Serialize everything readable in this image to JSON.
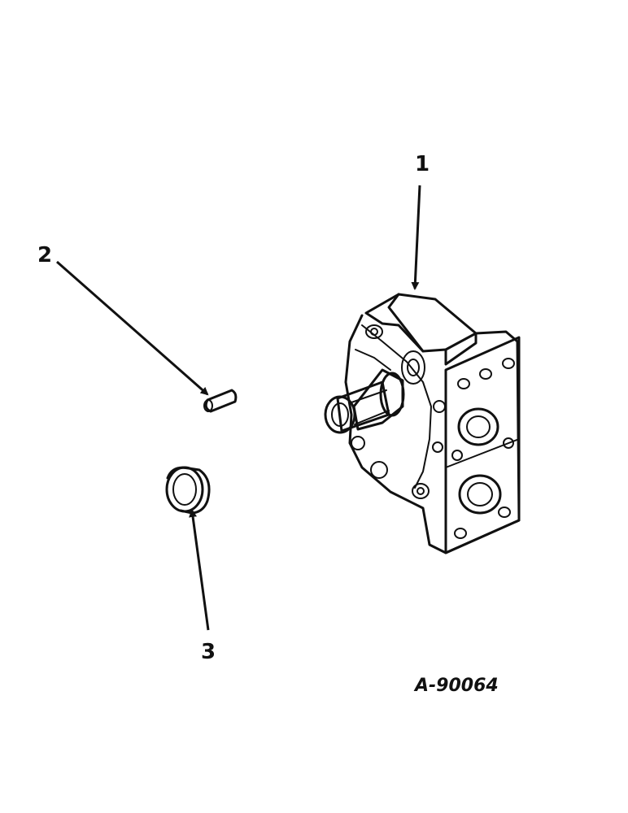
{
  "callouts": [
    {
      "id": "1",
      "label": "1",
      "part": "pump-housing"
    },
    {
      "id": "2",
      "label": "2",
      "part": "key"
    },
    {
      "id": "3",
      "label": "3",
      "part": "seal-ring"
    }
  ],
  "figure_id": "A-90064",
  "colors": {
    "ink": "#111111",
    "paper": "#ffffff"
  }
}
